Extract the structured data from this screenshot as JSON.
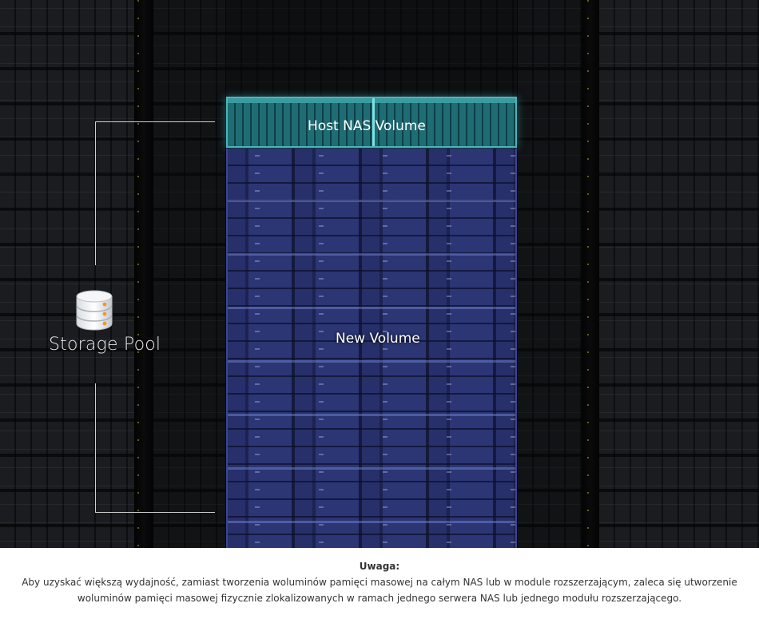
{
  "diagram": {
    "host_volume_label": "Host NAS Volume",
    "new_volume_label": "New Volume",
    "storage_pool_label": "Storage Pool",
    "storage_pool_icon": "database-icon"
  },
  "note": {
    "title": "Uwaga:",
    "body": "Aby uzyskać większą wydajność, zamiast tworzenia woluminów pamięci masowej na całym NAS lub w module rozszerzającym, zaleca się utworzenie woluminów pamięci masowej fizycznie zlokalizowanych w ramach jednego serwera NAS lub jednego modułu rozszerzającego."
  },
  "colors": {
    "background": "#050607",
    "host_volume": "#1f6d74",
    "host_volume_border": "#49b5bb",
    "new_volume": "#27306a",
    "note_text": "#333333"
  }
}
